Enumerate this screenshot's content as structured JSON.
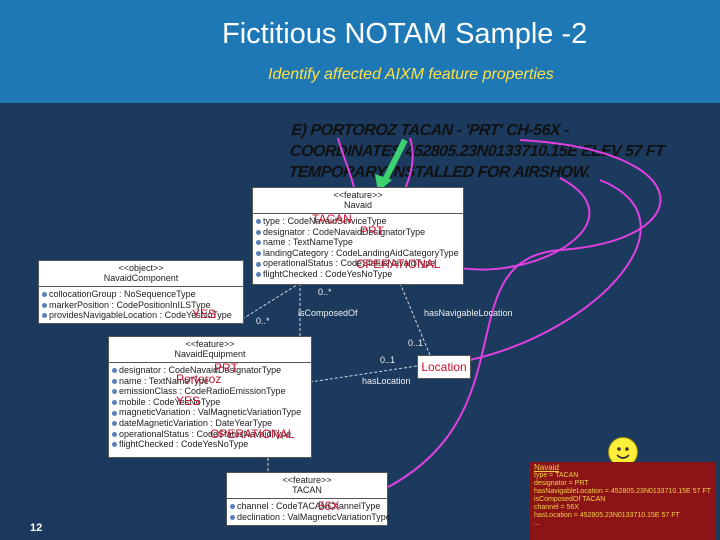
{
  "header": {
    "title": "Fictitious NOTAM Sample -2",
    "subtitle": "Identify affected AIXM feature properties"
  },
  "notam": {
    "lines": [
      "E) PORTOROZ TACAN - 'PRT' CH-56X -",
      "COORDINATES 452805.23N0133710.15E ELEV 57 FT",
      "TEMPORARY INSTALLED FOR AIRSHOW."
    ]
  },
  "navaid": {
    "stereotype": "<<feature>>",
    "name": "Navaid",
    "attrs": [
      "type : CodeNavaidServiceType",
      "designator : CodeNavaidDesignatorType",
      "name : TextNameType",
      "landingCategory : CodeLandingAidCategoryType",
      "operationalStatus : CodeStatusNavaidType",
      "flightChecked : CodeYesNoType"
    ],
    "values": {
      "type": "TACAN",
      "designator": "PRT",
      "operationalStatus": "OPERATIONAL"
    }
  },
  "navaid_component": {
    "stereotype": "<<object>>",
    "name": "NavaidComponent",
    "attrs": [
      "collocationGroup : NoSequenceType",
      "markerPosition : CodePositionInILSType",
      "providesNavigableLocation : CodeYesNoType"
    ],
    "values": {
      "providesNavigableLocation": "YES"
    }
  },
  "navaid_equipment": {
    "stereotype": "<<feature>>",
    "name": "NavaidEquipment",
    "attrs": [
      "designator : CodeNavaidDesignatorType",
      "name : TextNameType",
      "emissionClass : CodeRadioEmissionType",
      "mobile : CodeYesNoType",
      "magneticVariation : ValMagneticVariationType",
      "dateMagneticVariation : DateYearType",
      "operationalStatus : CodeStatusNavaidType",
      "flightChecked : CodeYesNoType"
    ],
    "values": {
      "designator": "PRT",
      "name": "Portoroz",
      "mobile": "YES",
      "operationalStatus": "OPERATIONAL"
    }
  },
  "tacan": {
    "stereotype": "<<feature>>",
    "name": "TACAN",
    "attrs": [
      "channel : CodeTACANChannelType",
      "declination : ValMagneticVariationType"
    ],
    "values": {
      "channel": "56X"
    }
  },
  "location": {
    "name": "Location"
  },
  "associations": {
    "mult_1": "0..*",
    "mult_2": "0..*",
    "mult_3": "0..1",
    "mult_4": "0..1",
    "is_composed_of": "isComposedOf",
    "has_navigable_location": "hasNavigableLocation",
    "has_location": "hasLocation"
  },
  "summary": {
    "heading": "Navaid",
    "lines": [
      "type = TACAN",
      "designator = PRT",
      "hasNavigableLocation = 452805.23N0133710.15E 57 FT",
      "isComposedOf TACAN",
      "    channel = 56X",
      "    hasLocation = 452805.23N0133710.15E 57 FT",
      "    ..."
    ]
  },
  "page_number": "12",
  "colors": {
    "header": "#1e78b6",
    "background": "#1b3a5e",
    "subtitle": "#ffe046",
    "value": "#c8102e",
    "arrow_magenta": "#e040e0",
    "arrow_green": "#3bd16f",
    "summary_bg": "#8c1416"
  }
}
